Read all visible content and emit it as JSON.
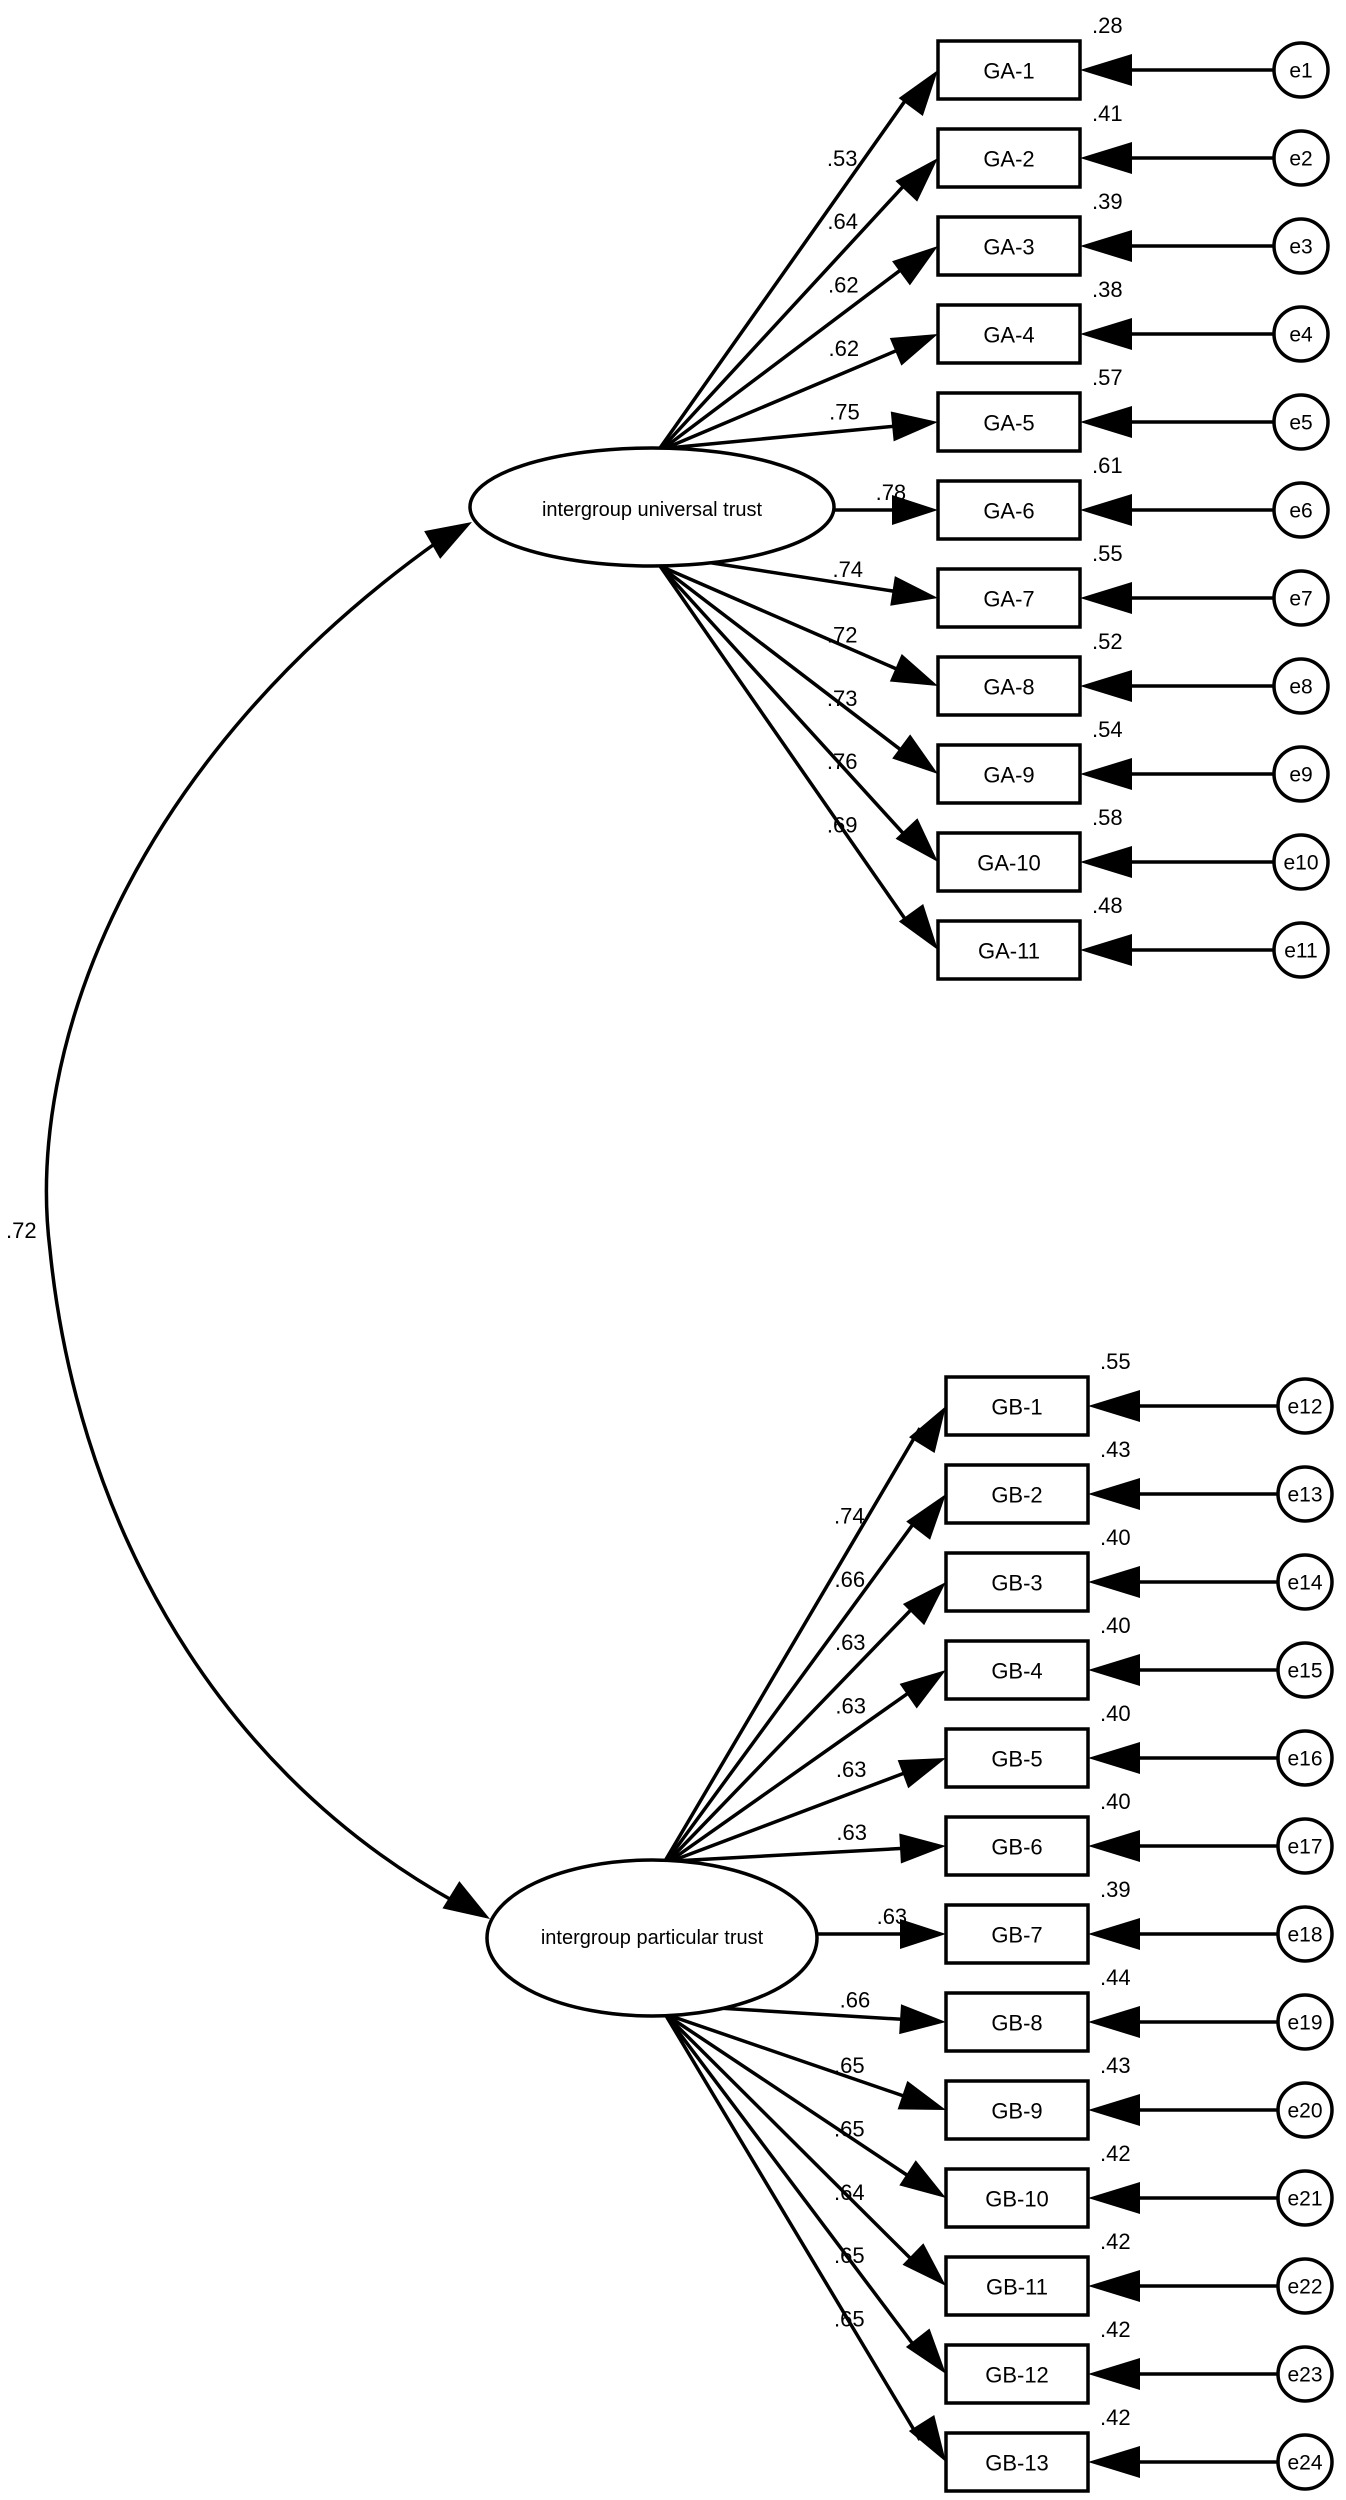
{
  "latents": [
    {
      "label": "intergroup universal trust"
    },
    {
      "label": "intergroup particular trust"
    }
  ],
  "correlation": ".72",
  "indicator_groups": [
    {
      "items": [
        {
          "label": "GA-1",
          "loading": ".53",
          "r2": ".28",
          "error": "e1"
        },
        {
          "label": "GA-2",
          "loading": ".64",
          "r2": ".41",
          "error": "e2"
        },
        {
          "label": "GA-3",
          "loading": ".62",
          "r2": ".39",
          "error": "e3"
        },
        {
          "label": "GA-4",
          "loading": ".62",
          "r2": ".38",
          "error": "e4"
        },
        {
          "label": "GA-5",
          "loading": ".75",
          "r2": ".57",
          "error": "e5"
        },
        {
          "label": "GA-6",
          "loading": ".78",
          "r2": ".61",
          "error": "e6"
        },
        {
          "label": "GA-7",
          "loading": ".74",
          "r2": ".55",
          "error": "e7"
        },
        {
          "label": "GA-8",
          "loading": ".72",
          "r2": ".52",
          "error": "e8"
        },
        {
          "label": "GA-9",
          "loading": ".73",
          "r2": ".54",
          "error": "e9"
        },
        {
          "label": "GA-10",
          "loading": ".76",
          "r2": ".58",
          "error": "e10"
        },
        {
          "label": "GA-11",
          "loading": ".69",
          "r2": ".48",
          "error": "e11"
        }
      ]
    },
    {
      "items": [
        {
          "label": "GB-1",
          "loading": ".74",
          "r2": ".55",
          "error": "e12"
        },
        {
          "label": "GB-2",
          "loading": ".66",
          "r2": ".43",
          "error": "e13"
        },
        {
          "label": "GB-3",
          "loading": ".63",
          "r2": ".40",
          "error": "e14"
        },
        {
          "label": "GB-4",
          "loading": ".63",
          "r2": ".40",
          "error": "e15"
        },
        {
          "label": "GB-5",
          "loading": ".63",
          "r2": ".40",
          "error": "e16"
        },
        {
          "label": "GB-6",
          "loading": ".63",
          "r2": ".40",
          "error": "e17"
        },
        {
          "label": "GB-7",
          "loading": ".63",
          "r2": ".39",
          "error": "e18"
        },
        {
          "label": "GB-8",
          "loading": ".66",
          "r2": ".44",
          "error": "e19"
        },
        {
          "label": "GB-9",
          "loading": ".65",
          "r2": ".43",
          "error": "e20"
        },
        {
          "label": "GB-10",
          "loading": ".65",
          "r2": ".42",
          "error": "e21"
        },
        {
          "label": "GB-11",
          "loading": ".64",
          "r2": ".42",
          "error": "e22"
        },
        {
          "label": "GB-12",
          "loading": ".65",
          "r2": ".42",
          "error": "e23"
        },
        {
          "label": "GB-13",
          "loading": ".65",
          "r2": ".42",
          "error": "e24"
        }
      ]
    }
  ]
}
